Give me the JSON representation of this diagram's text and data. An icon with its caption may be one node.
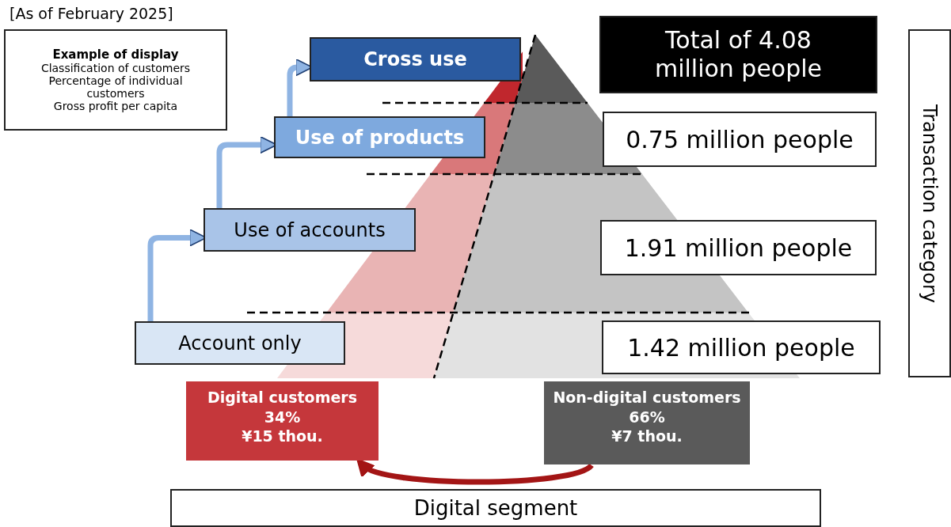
{
  "diagram": {
    "nodes": [
      {
        "text": [
          "Example of display",
          "Classification of customers",
          "Percentage of individual customers",
          "Gross profit per capita"
        ]
      },
      {
        "text": [
          "Cross use"
        ]
      },
      {
        "text": [
          "Use of products"
        ]
      },
      {
        "text": [
          "Use of accounts"
        ]
      },
      {
        "text": [
          "Account only"
        ]
      },
      {
        "text": [
          "Total of 4.08 million people"
        ]
      },
      {
        "text": [
          "0.75 million people"
        ]
      },
      {
        "text": [
          "1.91 million people"
        ]
      },
      {
        "text": [
          "1.42 million people"
        ]
      },
      {
        "text": [
          "Transaction category"
        ]
      },
      {
        "text": [
          "Digital customers",
          "34%",
          "¥15 thou."
        ]
      },
      {
        "text": [
          "Non-digital customers",
          "66%",
          "¥7 thou."
        ]
      },
      {
        "text": [
          "Digital segment"
        ]
      }
    ],
    "edges": [
      {
        "from": 4,
        "to": 3,
        "arrow": "to"
      },
      {
        "from": 3,
        "to": 2,
        "arrow": "to"
      },
      {
        "from": 2,
        "to": 1,
        "arrow": "to"
      },
      {
        "from": 11,
        "to": 10,
        "arrow": "to",
        "color": "#a31515"
      }
    ],
    "labels": [
      "[As of February 2025]"
    ]
  }
}
